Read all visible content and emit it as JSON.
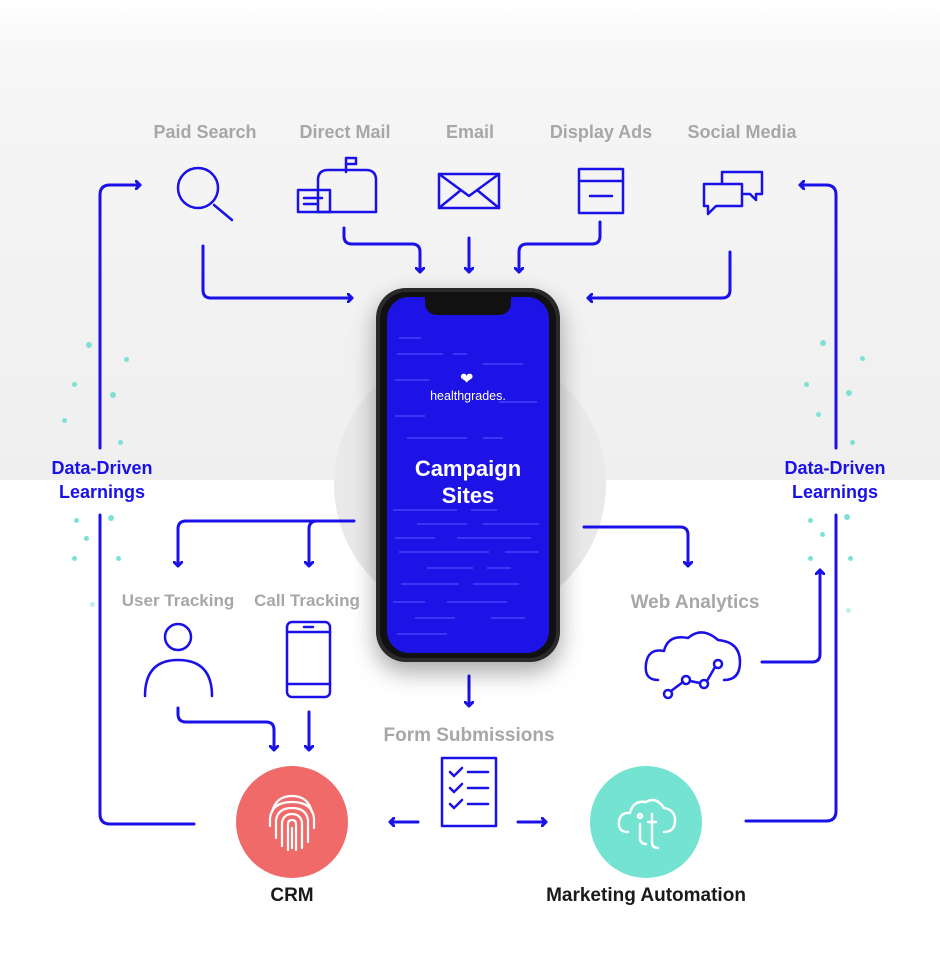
{
  "channels": [
    "Paid Search",
    "Direct Mail",
    "Email",
    "Display Ads",
    "Social Media"
  ],
  "phone": {
    "brand": "healthgrades.",
    "title_line1": "Campaign",
    "title_line2": "Sites"
  },
  "tracking": {
    "user": "User Tracking",
    "call": "Call Tracking"
  },
  "web_analytics": "Web Analytics",
  "form_submissions": "Form Submissions",
  "learnings_left": {
    "line1": "Data-Driven",
    "line2": "Learnings"
  },
  "learnings_right": {
    "line1": "Data-Driven",
    "line2": "Learnings"
  },
  "crm": "CRM",
  "marketing_automation": "Marketing Automation",
  "colors": {
    "flow": "#1a10e8",
    "screen": "#1e13e6",
    "crm": "#f06a6a",
    "automation": "#74e3d1",
    "gray_text": "#a7a7a7",
    "dots": "#7fe0d6"
  },
  "icons": [
    "search-icon",
    "mailbox-icon",
    "envelope-icon",
    "display-ad-icon",
    "chat-bubbles-icon",
    "person-icon",
    "mobile-phone-icon",
    "cloud-analytics-icon",
    "checklist-icon",
    "fingerprint-icon",
    "cloud-info-icon"
  ]
}
